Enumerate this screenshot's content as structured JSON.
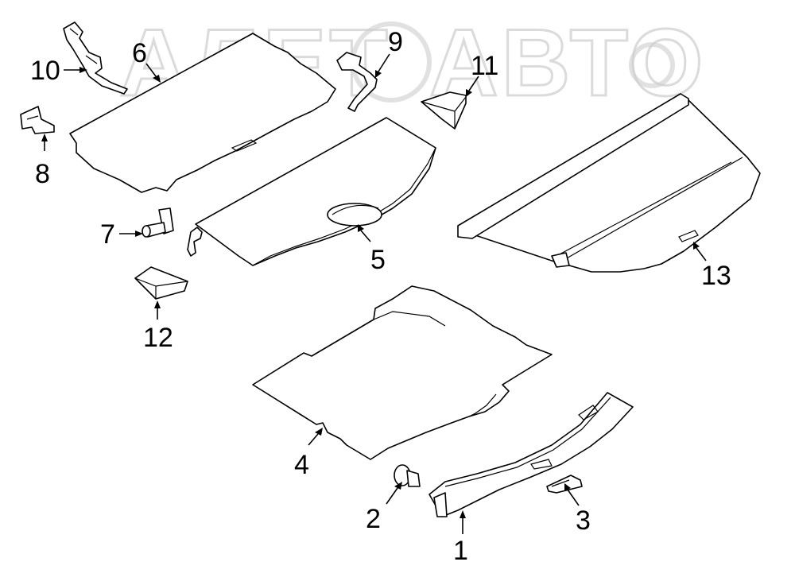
{
  "watermark": {
    "text": "АЛЕТОАВТО"
  },
  "callouts": [
    {
      "id": "1",
      "label": "1"
    },
    {
      "id": "2",
      "label": "2"
    },
    {
      "id": "3",
      "label": "3"
    },
    {
      "id": "4",
      "label": "4"
    },
    {
      "id": "5",
      "label": "5"
    },
    {
      "id": "6",
      "label": "6"
    },
    {
      "id": "7",
      "label": "7"
    },
    {
      "id": "8",
      "label": "8"
    },
    {
      "id": "9",
      "label": "9"
    },
    {
      "id": "10",
      "label": "10"
    },
    {
      "id": "11",
      "label": "11"
    },
    {
      "id": "12",
      "label": "12"
    },
    {
      "id": "13",
      "label": "13"
    }
  ]
}
